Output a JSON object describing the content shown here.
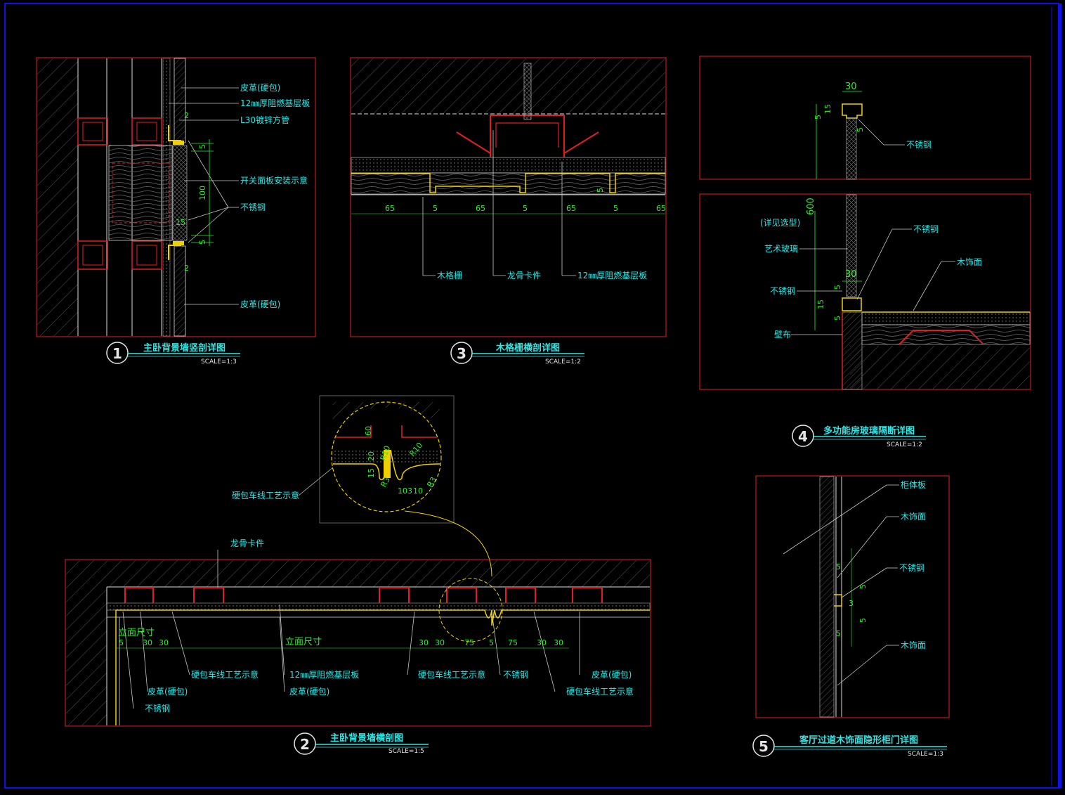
{
  "colors": {
    "background": "#000000",
    "frame": "#1010e8",
    "panel_border": "#e02020",
    "label": "#2ee6e6",
    "dimension": "#2ef02e",
    "leader": "#c8c8c8",
    "highlight": "#f0d000"
  },
  "details": [
    {
      "number": "1",
      "title": "主卧背景墙竖剖详图",
      "scale": "SCALE=1:3",
      "labels": [
        "皮革(硬包)",
        "12㎜厚阻燃基层板",
        "L30镀锌方管",
        "开关面板安装示意",
        "不锈钢",
        "皮革(硬包)"
      ],
      "dims": [
        "2",
        "5",
        "100",
        "15",
        "5",
        "2"
      ]
    },
    {
      "number": "3",
      "title": "木格栅横剖详图",
      "scale": "SCALE=1:2",
      "labels": [
        "木格栅",
        "龙骨卡件",
        "12㎜厚阻燃基层板"
      ],
      "dims": [
        "65",
        "5",
        "65",
        "5",
        "65",
        "5",
        "65",
        "5"
      ]
    },
    {
      "number": "4",
      "title": "多功能房玻璃隔断详图",
      "scale": "SCALE=1:2",
      "labels": [
        "不锈钢",
        "(详见选型)",
        "艺术玻璃",
        "不锈钢",
        "木饰面",
        "不锈钢",
        "壁布"
      ],
      "dims": [
        "30",
        "5",
        "15",
        "5",
        "600",
        "30",
        "5",
        "15",
        "5"
      ]
    },
    {
      "number": "2",
      "title": "主卧背景墙横剖图",
      "scale": "SCALE=1:5",
      "labels": [
        "硬包车线工艺示意",
        "龙骨卡件",
        "立面尺寸",
        "立面尺寸",
        "硬包车线工艺示意",
        "12㎜厚阻燃基层板",
        "硬包车线工艺示意",
        "不锈钢",
        "皮革(硬包)",
        "皮革(硬包)",
        "皮革(硬包)",
        "硬包车线工艺示意",
        "不锈钢"
      ],
      "dims": [
        "5",
        "30",
        "30",
        "30",
        "30",
        "75",
        "5",
        "75",
        "30",
        "30"
      ],
      "zoom_dims": [
        "60",
        "20",
        "R10",
        "R10",
        "15",
        "R3",
        "R3",
        "10",
        "3",
        "10"
      ]
    },
    {
      "number": "5",
      "title": "客厅过道木饰面隐形柜门详图",
      "scale": "SCALE=1:3",
      "labels": [
        "柜体板",
        "木饰面",
        "不锈钢",
        "木饰面"
      ],
      "dims": [
        "5",
        "5",
        "3",
        "5",
        "5"
      ]
    }
  ]
}
